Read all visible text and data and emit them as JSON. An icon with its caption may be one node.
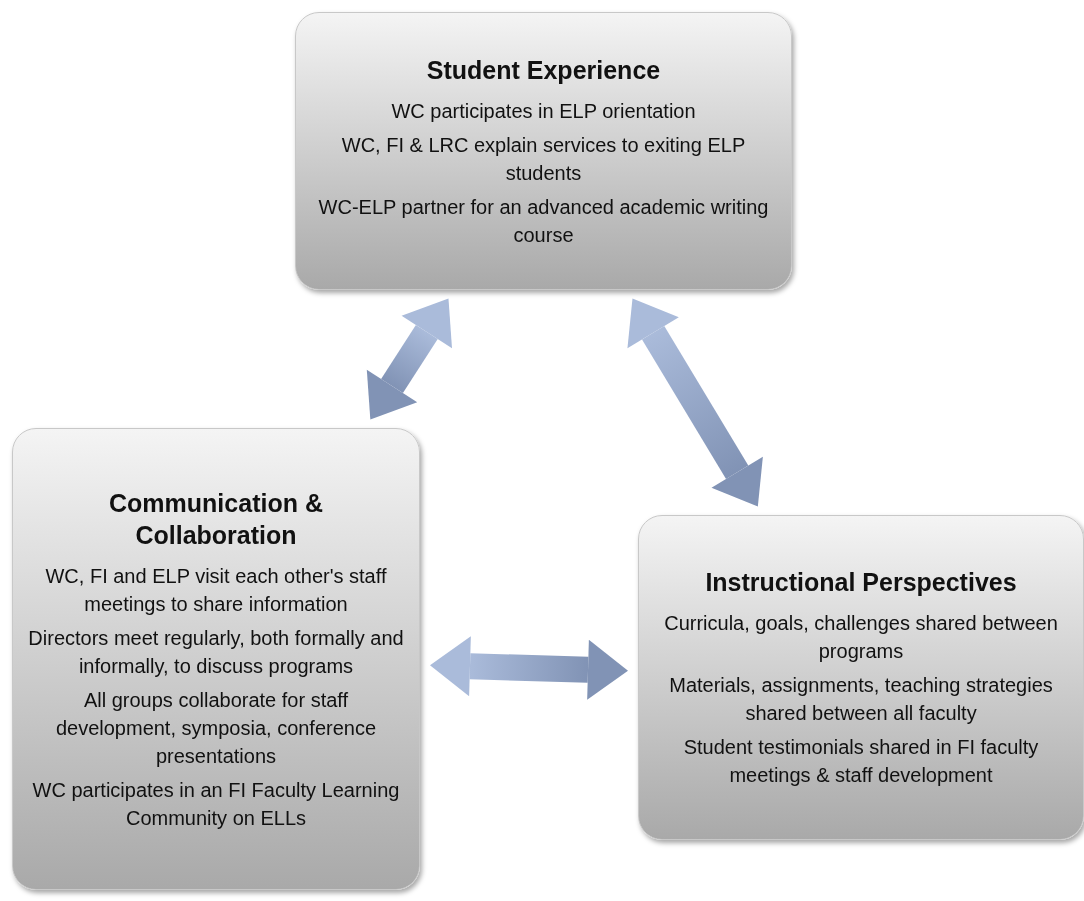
{
  "diagram": {
    "nodes": [
      {
        "text": [
          "Student Experience",
          "WC participates in ELP orientation",
          "WC, FI & LRC explain services to exiting ELP students",
          "WC-ELP partner for an advanced academic writing course"
        ]
      },
      {
        "text": [
          "Communication & Collaboration",
          "WC, FI and ELP visit each other's staff meetings to share information",
          "Directors meet regularly, both formally and informally, to discuss programs",
          "All groups collaborate for staff development, symposia, conference presentations",
          "WC participates in an FI Faculty Learning Community on ELLs"
        ]
      },
      {
        "text": [
          "Instructional Perspectives",
          "Curricula, goals, challenges shared between programs",
          "Materials, assignments, teaching strategies shared between all faculty",
          "Student testimonials shared in FI faculty meetings & staff development"
        ]
      }
    ],
    "edges": [
      {
        "from": 0,
        "to": 1,
        "arrow": "both"
      },
      {
        "from": 0,
        "to": 2,
        "arrow": "both"
      },
      {
        "from": 1,
        "to": 2,
        "arrow": "both"
      }
    ]
  }
}
